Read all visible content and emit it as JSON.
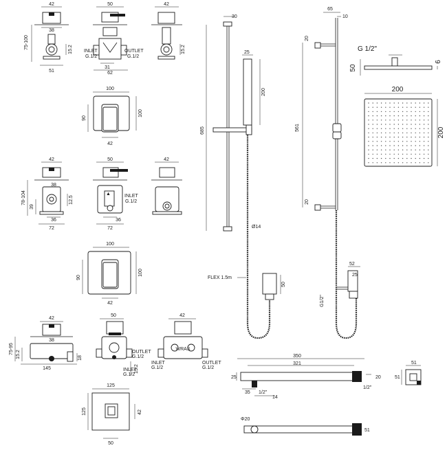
{
  "valves": {
    "v1_top": [
      "42",
      "50",
      "42"
    ],
    "v1_labels": {
      "w38": "38",
      "h75_100": "75-100",
      "h15_2": "15.2",
      "w51": "51",
      "w31": "31",
      "w62": "62",
      "inlet": "INLET",
      "inlet_size": "G.1/2",
      "outlet": "OUTLET",
      "outlet_size": "G.1/2",
      "h15_2b": "15.2"
    },
    "plate1": {
      "w": "100",
      "h_left": "90",
      "h_right": "100",
      "lever": "42"
    },
    "v2_top": [
      "42",
      "50",
      "42"
    ],
    "v2_labels": {
      "w38": "38",
      "h78_104": "78-104",
      "h39": "39",
      "w36": "36",
      "w72": "72",
      "h12_5": "12.5",
      "w36b": "36",
      "w72b": "72",
      "inlet": "INLET",
      "inlet_size": "G.1/2"
    },
    "plate2": {
      "w": "100",
      "h_left": "90",
      "h_right": "100",
      "lever": "42"
    },
    "v3_top": [
      "42",
      "50",
      "42"
    ],
    "v3_labels": {
      "w38": "38",
      "h75_95": "75-95",
      "h15_2": "15.2",
      "w145": "145",
      "h18": "18",
      "outlet": "OUTLET",
      "outlet_size": "G.1/2",
      "inlet": "INLET",
      "inlet_size": "G.1/2",
      "h15_2b": "15.2",
      "inlet2": "INLET",
      "inlet2_size": "G.1/2",
      "outlet2": "OUTLET",
      "outlet2_size": "G.1/2",
      "stamp": "WRAS"
    },
    "plate3": {
      "w": "125",
      "h_left": "125",
      "h_right": "42",
      "w_bottom": "50"
    }
  },
  "slide_rail": {
    "top": "30",
    "handset_w": "25",
    "handset_h": "200",
    "height": "685",
    "pipe": "Ø14",
    "hose": "FLEX 1.5m"
  },
  "elbow_left": {
    "h": "50"
  },
  "riser": {
    "top_w": "65",
    "top_r": "10",
    "bracket_top": "20",
    "height": "561",
    "bracket_bot": "20"
  },
  "elbow_right": {
    "w": "52",
    "h": "25",
    "thread": "G1/2\""
  },
  "head": {
    "thread": "G 1/2\"",
    "depth": "50",
    "plate": "6",
    "w": "200",
    "h": "200"
  },
  "arm": {
    "total": "350",
    "inner": "321",
    "h_left": "25",
    "h_right": "20",
    "thread_r": "1/2\"",
    "w35": "35",
    "thread_b": "1/2\"",
    "w14": "14"
  },
  "flange": {
    "w": "51",
    "h": "51"
  },
  "spout": {
    "dia": "Φ20",
    "h": "51"
  }
}
